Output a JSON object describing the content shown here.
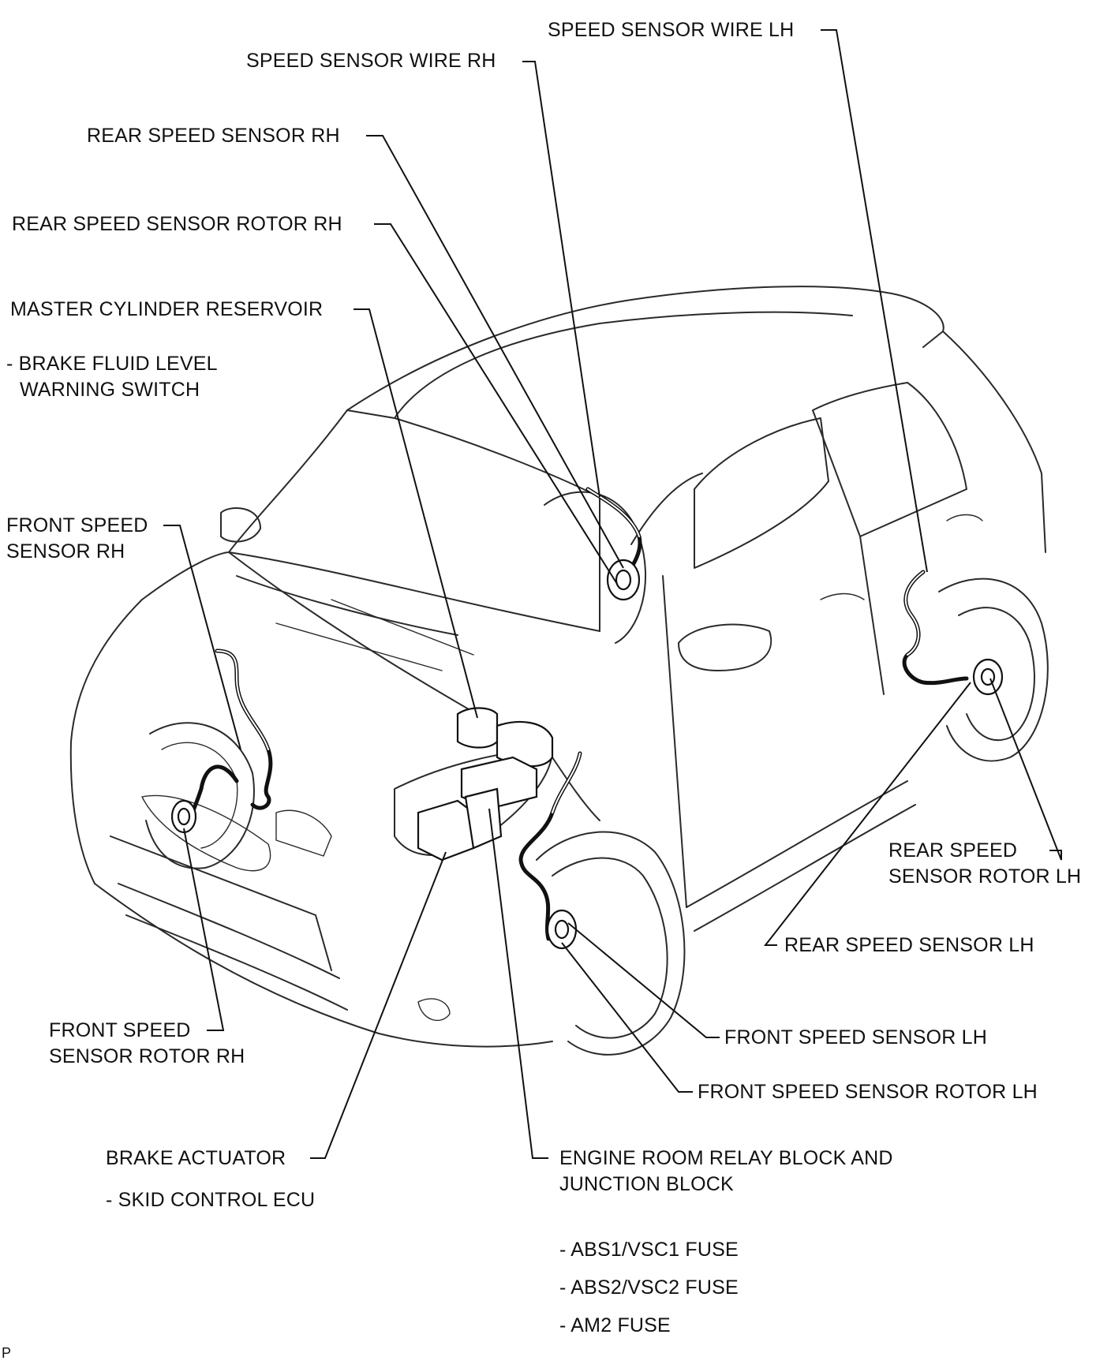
{
  "labels": {
    "speed_sensor_wire_lh": "SPEED SENSOR WIRE LH",
    "speed_sensor_wire_rh": "SPEED SENSOR WIRE RH",
    "rear_speed_sensor_rh": "REAR SPEED SENSOR RH",
    "rear_speed_sensor_rotor_rh": "REAR SPEED SENSOR ROTOR RH",
    "master_cylinder_reservoir": "MASTER CYLINDER RESERVOIR",
    "brake_fluid_level_1": "- BRAKE FLUID LEVEL",
    "brake_fluid_level_2": "WARNING SWITCH",
    "front_speed_sensor_rh_1": "FRONT SPEED",
    "front_speed_sensor_rh_2": "SENSOR RH",
    "rear_speed_sensor_rotor_lh_1": "REAR SPEED",
    "rear_speed_sensor_rotor_lh_2": "SENSOR ROTOR LH",
    "rear_speed_sensor_lh": "REAR SPEED SENSOR LH",
    "front_speed_sensor_rotor_rh_1": "FRONT SPEED",
    "front_speed_sensor_rotor_rh_2": "SENSOR ROTOR RH",
    "front_speed_sensor_lh": "FRONT SPEED SENSOR LH",
    "front_speed_sensor_rotor_lh": "FRONT SPEED SENSOR ROTOR LH",
    "brake_actuator": "BRAKE ACTUATOR",
    "skid_control_ecu": "- SKID CONTROL ECU",
    "engine_room_relay_1": "ENGINE ROOM RELAY BLOCK AND",
    "engine_room_relay_2": "JUNCTION BLOCK",
    "abs1_fuse": "- ABS1/VSC1 FUSE",
    "abs2_fuse": "- ABS2/VSC2 FUSE",
    "am2_fuse": "- AM2 FUSE",
    "corner_mark": "P"
  }
}
